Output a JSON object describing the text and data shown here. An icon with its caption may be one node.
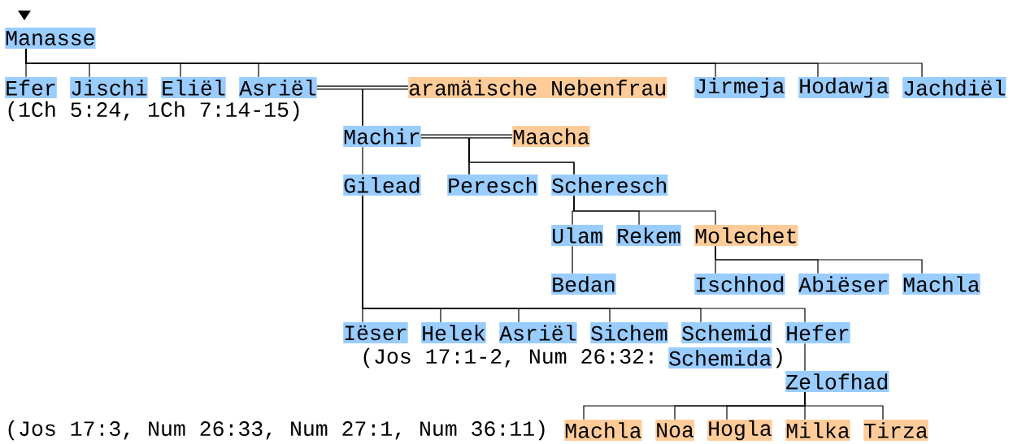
{
  "diagram": {
    "nodes": [
      {
        "text": [
          "Manasse"
        ]
      },
      {
        "text": [
          "Efer"
        ],
        "beside": [
          "(1Ch 5:24, 1Ch 7:14-15)"
        ]
      },
      {
        "text": [
          "Jischi"
        ]
      },
      {
        "text": [
          "Eliël"
        ]
      },
      {
        "text": [
          "Asriël"
        ]
      },
      {
        "text": [
          "aramäische Nebenfrau"
        ]
      },
      {
        "text": [
          "Jirmeja"
        ]
      },
      {
        "text": [
          "Hodawja"
        ]
      },
      {
        "text": [
          "Jachdiël"
        ]
      },
      {
        "text": [
          "Machir"
        ]
      },
      {
        "text": [
          "Maacha"
        ]
      },
      {
        "text": [
          "Gilead"
        ]
      },
      {
        "text": [
          "Peresch"
        ]
      },
      {
        "text": [
          "Scheresch"
        ]
      },
      {
        "text": [
          "Ulam"
        ]
      },
      {
        "text": [
          "Rekem"
        ]
      },
      {
        "text": [
          "Molechet"
        ]
      },
      {
        "text": [
          "Bedan"
        ]
      },
      {
        "text": [
          "Ischhod"
        ]
      },
      {
        "text": [
          "Abiëser"
        ]
      },
      {
        "text": [
          "Machla"
        ]
      },
      {
        "text": [
          "Iëser"
        ]
      },
      {
        "text": [
          "Helek"
        ]
      },
      {
        "text": [
          "Asriël"
        ]
      },
      {
        "text": [
          "Sichem"
        ]
      },
      {
        "text": [
          "Schemid"
        ]
      },
      {
        "text": [
          "Hefer"
        ]
      },
      {
        "text": [
          "Schemida"
        ]
      },
      {
        "text": [
          "Zelofhad"
        ]
      },
      {
        "text": [
          "Machla"
        ]
      },
      {
        "text": [
          "Noa"
        ]
      },
      {
        "text": [
          "Hogla"
        ]
      },
      {
        "text": [
          "Milka"
        ]
      },
      {
        "text": [
          "Tirza"
        ]
      }
    ],
    "edges": [
      {
        "from": 0,
        "to": 1,
        "arrow": "none"
      },
      {
        "from": 0,
        "to": 2,
        "arrow": "none"
      },
      {
        "from": 0,
        "to": 3,
        "arrow": "none"
      },
      {
        "from": 0,
        "to": 4,
        "arrow": "none"
      },
      {
        "from": 0,
        "to": 6,
        "arrow": "none"
      },
      {
        "from": 0,
        "to": 7,
        "arrow": "none"
      },
      {
        "from": 0,
        "to": 8,
        "arrow": "none"
      },
      {
        "from": 4,
        "to": 5,
        "arrow": "none",
        "style": "thick"
      },
      {
        "from": 4,
        "to": 9,
        "arrow": "none"
      },
      {
        "from": 5,
        "to": 9,
        "arrow": "none"
      },
      {
        "from": 9,
        "to": 10,
        "arrow": "none",
        "style": "thick"
      },
      {
        "from": 9,
        "to": 11,
        "arrow": "none"
      },
      {
        "from": 9,
        "to": 12,
        "arrow": "none"
      },
      {
        "from": 10,
        "to": 12,
        "arrow": "none"
      },
      {
        "from": 9,
        "to": 13,
        "arrow": "none"
      },
      {
        "from": 10,
        "to": 13,
        "arrow": "none"
      },
      {
        "from": 13,
        "to": 14,
        "arrow": "none"
      },
      {
        "from": 13,
        "to": 15,
        "arrow": "none"
      },
      {
        "from": 13,
        "to": 16,
        "arrow": "none"
      },
      {
        "from": 14,
        "to": 17,
        "arrow": "none"
      },
      {
        "from": 16,
        "to": 18,
        "arrow": "none"
      },
      {
        "from": 16,
        "to": 19,
        "arrow": "none"
      },
      {
        "from": 16,
        "to": 20,
        "arrow": "none"
      },
      {
        "from": 11,
        "to": 21,
        "arrow": "none"
      },
      {
        "from": 11,
        "to": 22,
        "arrow": "none"
      },
      {
        "from": 11,
        "to": 23,
        "arrow": "none"
      },
      {
        "from": 11,
        "to": 24,
        "arrow": "none"
      },
      {
        "from": 11,
        "to": 25,
        "arrow": "none"
      },
      {
        "from": 11,
        "to": 26,
        "arrow": "none"
      },
      {
        "from": 26,
        "to": 28,
        "arrow": "none"
      },
      {
        "from": 28,
        "to": 29,
        "arrow": "none"
      },
      {
        "from": 28,
        "to": 30,
        "arrow": "none"
      },
      {
        "from": 28,
        "to": 31,
        "arrow": "none"
      },
      {
        "from": 28,
        "to": 32,
        "arrow": "none"
      },
      {
        "from": 28,
        "to": 33,
        "arrow": "none"
      }
    ],
    "labels": [
      "(Jos 17:1-2, Num 26:32:",
      ")",
      "(Jos 17:3, Num 26:33, Num 27:1, Num 36:11)"
    ]
  }
}
